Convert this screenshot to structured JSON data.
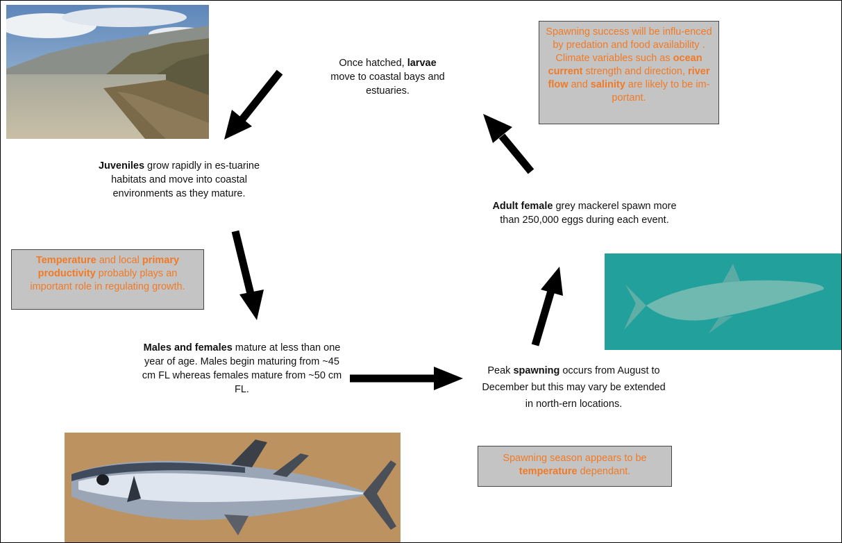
{
  "larvae": {
    "pre": "Once hatched, ",
    "bold": "larvae",
    "rest": "move to coastal bays and estuaries."
  },
  "juveniles": {
    "bold": "Juveniles",
    "rest": " grow rapidly in es-tuarine habitats and move into coastal environments as they mature."
  },
  "maturity": {
    "bold": "Males and females",
    "rest": " mature at less than one year of age. Males begin maturing from ~45 cm FL whereas females mature from ~50 cm FL."
  },
  "spawning": {
    "pre": "Peak ",
    "bold": "spawning",
    "rest": " occurs from August to December but this may vary be extended in north-ern locations."
  },
  "adult": {
    "bold": "Adult female",
    "rest": " grey mackerel spawn more than  250,000 eggs during each event."
  },
  "box_growth": {
    "b1": "Temperature",
    "t1": " and local ",
    "b2": "primary productivity",
    "t2": " probably plays an important role in regulating growth."
  },
  "box_success": {
    "t1": "Spawning success will be influ-enced by  predation and food availability . Climate variables such as ",
    "b1": "ocean current",
    "t2": " strength and direction, ",
    "b2": "river flow",
    "t3": " and ",
    "b3": "salinity",
    "t4": " are likely to be im-portant."
  },
  "box_season": {
    "t1": "Spawning season appears to be ",
    "b1": "temperature",
    "t2": " dependant."
  },
  "colors": {
    "highlight": "#f07a26",
    "box_bg": "#c4c4c4",
    "arrow": "#000000"
  }
}
